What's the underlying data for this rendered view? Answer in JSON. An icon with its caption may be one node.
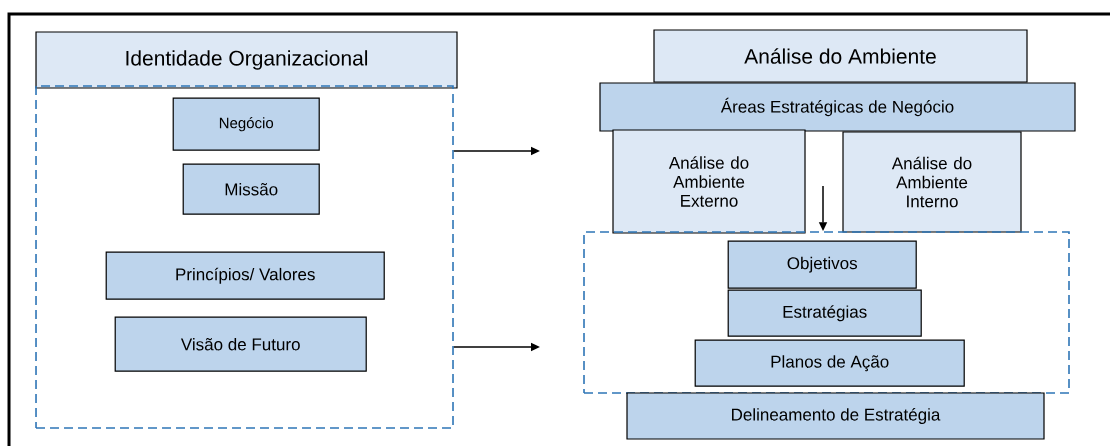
{
  "diagram": {
    "nodes": [
      {
        "text": [
          "Identidade Organizacional"
        ]
      },
      {
        "text": [],
        "shape": "box"
      },
      {
        "text": [
          "Negócio"
        ],
        "in": 1
      },
      {
        "text": [
          "Missão"
        ],
        "in": 1
      },
      {
        "text": [
          "Princípios/ Valores"
        ],
        "in": 1
      },
      {
        "text": [
          "Visão de Futuro"
        ],
        "in": 1
      },
      {
        "text": [
          "Análise do Ambiente"
        ]
      },
      {
        "text": [
          "Áreas Estratégicas de Negócio"
        ]
      },
      {
        "text": [
          "Análise do Ambiente Externo"
        ]
      },
      {
        "text": [
          "Análise do Ambiente Interno"
        ]
      },
      {
        "text": [],
        "shape": "box"
      },
      {
        "text": [
          "Objetivos"
        ],
        "in": 10
      },
      {
        "text": [
          "Estratégias"
        ],
        "in": 10
      },
      {
        "text": [
          "Planos de Ação"
        ],
        "in": 10
      },
      {
        "text": [
          "Delineamento de Estratégia"
        ]
      }
    ],
    "edges": [
      {
        "from": 1,
        "to": null,
        "arrow": "to"
      },
      {
        "from": 1,
        "to": null,
        "arrow": "to"
      },
      {
        "from": null,
        "to": 10,
        "arrow": "to"
      }
    ]
  }
}
